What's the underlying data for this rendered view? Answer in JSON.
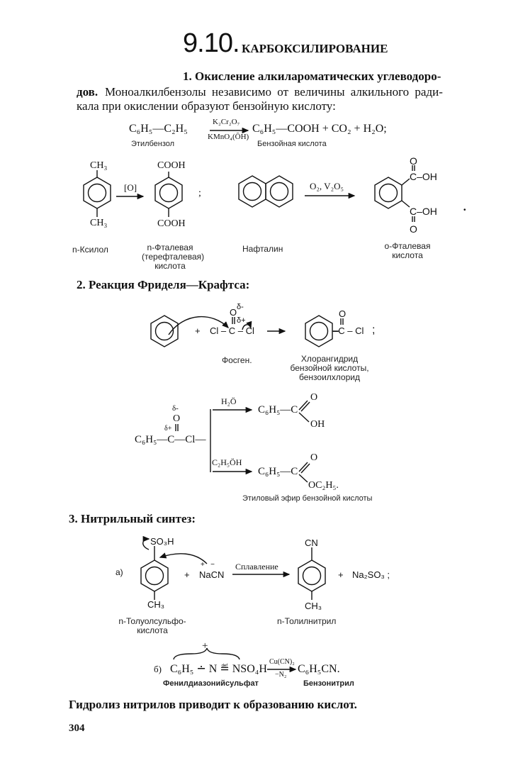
{
  "header": {
    "number": "9.10.",
    "title": "КАРБОКСИЛИРОВАНИЕ"
  },
  "section1": {
    "heading": "1. Окисление алкилароматических углеводоро-",
    "para_line1_bold": "дов.",
    "para_line1": "Моноалкилбензолы независимо от величины алкильного ради-",
    "para_line2": "кала при окислении образуют бензойную кислоту:",
    "eq1": {
      "reactant": "C₆H₅—C₂H₅",
      "reagent_top": "K₂Cr₂O₇",
      "reagent_bottom": "KMnO₄(ŌH)",
      "products": "C₆H₅—COOH + CO₂ + H₂O;",
      "label_reactant": "Этилбензол",
      "label_product": "Бензойная кислота"
    },
    "eq2": {
      "xylene_top": "CH₃",
      "xylene_bottom": "CH₃",
      "oxidant": "[O]",
      "tere_top": "COOH",
      "tere_bottom": "COOH",
      "semicolon": ";",
      "reagent": "O₂, V₂O₅",
      "phthalic_o_top": "O",
      "phthalic_coh_top": "C–OH",
      "phthalic_coh_bottom": "C–OH",
      "phthalic_o_bottom": "O",
      "period": "•",
      "label_xylene": "n-Ксилол",
      "label_tere": [
        "n-Фталевая",
        "(терефталевая)",
        "кислота"
      ],
      "label_naphthalene": "Нафталин",
      "label_phthalic": [
        "o-Фталевая",
        "кислота"
      ]
    }
  },
  "section2": {
    "heading": "2. Реакция Фриделя—Крафтса:",
    "eq1": {
      "plus": "+",
      "phosgene": "Cl – C – Cl",
      "phosgene_o": "O",
      "delta_minus": "δ-",
      "delta_plus": "δ+",
      "product_o": "O",
      "product": "–C – Cl",
      "semicolon": ";",
      "label_phosgene": "Фосген.",
      "label_product": [
        "Хлорангидрид",
        "бензойной кислоты,",
        "бензоилхлорид"
      ]
    },
    "eq2": {
      "delta_minus": "δ-",
      "o": "O",
      "delta_plus": "δ+",
      "reactant": "C₆H₅—C—Cl—",
      "reagent_top": "H₂Ö",
      "reagent_bottom": "C₂H₅ÖH",
      "product1": "C₆H₅—C",
      "product1_o": "O",
      "product1_oh": "OH",
      "product2": "C₆H₅—C",
      "product2_o": "O",
      "product2_or": "OC₂H₅.",
      "label_product2": "Этиловый эфир бензойной кислоты"
    }
  },
  "section3": {
    "heading": "3. Нитрильный синтез:",
    "eqa": {
      "label": "а)",
      "so3h": "SO₃H",
      "ch3_left": "CH₃",
      "plus1": "+",
      "nacn": "NaCN",
      "nacn_charges": "+   −",
      "condition": "Сплавление",
      "cn": "CN",
      "ch3_right": "CH₃",
      "plus2": "+",
      "na2so3": "Na₂SO₃ ;",
      "label_left": [
        "n-Толуолсульфо-",
        "кислота"
      ],
      "label_right": "n-Толилнитрил"
    },
    "eqb": {
      "charge": "+",
      "label": "б)",
      "reactant": "C₆H₅ ∸ N ≝ NSO₄H",
      "reagent_top": "Cu(CN)₂",
      "reagent_bottom": "−N₂",
      "product": "C₆H₅CN.",
      "label_reactant": "Фенилдиазонийсульфат",
      "label_product": "Бензонитрил"
    }
  },
  "footer": {
    "conclusion": "Гидролиз нитрилов приводит к образованию кислот.",
    "page_number": "304"
  }
}
